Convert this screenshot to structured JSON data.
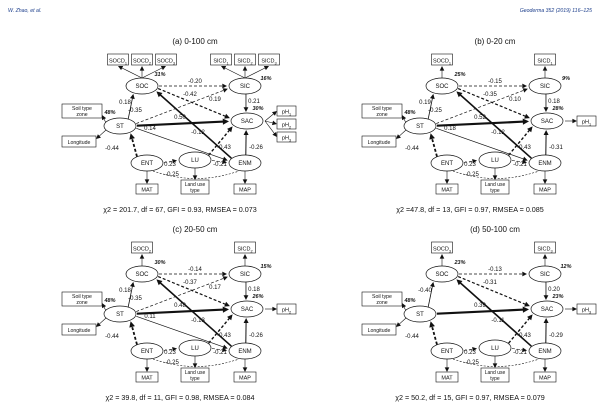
{
  "header": {
    "left": "W. Zhao, et al.",
    "right": "Geoderma 352 (2019) 116–125"
  },
  "nodes": {
    "SOC": "SOC",
    "SIC": "SIC",
    "SAC": "SAC",
    "ST": "ST",
    "ENT": "ENT",
    "LU": "LU",
    "ENM": "ENM",
    "MAT": "MAT",
    "MAP": "MAP",
    "land_use": "Land use type",
    "soil_type": "Soil type zone",
    "longitude": "Longitude"
  },
  "panels": [
    {
      "id": "a",
      "title": "(a) 0-100 cm",
      "fit": "χ2 = 201.7, df = 67, GFI = 0.93, RMSEA = 0.073",
      "socd": [
        "SOCD1",
        "SOCD2",
        "SOCD3"
      ],
      "sicd": [
        "SICD1",
        "SICD2",
        "SICD3"
      ],
      "ph": [
        "pH1",
        "pH2",
        "pH3"
      ],
      "r2": {
        "soc": "31%",
        "sic": "16%",
        "sac": "30%",
        "st": "48%"
      },
      "coef": {
        "st_soc": "0.18",
        "st_soc2": "-0.35",
        "soc_sic": "-0.20",
        "soc_sac": "-0.42",
        "st_sic": "0.19",
        "sic_sac": "0.21",
        "st_sac": "0.50",
        "st_enm": "0.14",
        "enm_soc": "-0.12",
        "ent_st": "-0.44",
        "lu_sac": "-0.43",
        "enm_sac": "-0.26",
        "ent_lu": "0.23",
        "ent_lu2": "-0.25",
        "lu_enm": "-0.21"
      }
    },
    {
      "id": "b",
      "title": "(b) 0-20 cm",
      "fit": "χ2 =47.8, df = 13, GFI = 0.97, RMSEA = 0.085",
      "socd": [
        "SOCD1"
      ],
      "sicd": [
        "SICD1"
      ],
      "ph": [
        "pH1"
      ],
      "r2": {
        "soc": "25%",
        "sic": "9%",
        "sac": "28%",
        "st": "48%"
      },
      "coef": {
        "st_soc": "0.19",
        "st_soc2": "-0.25",
        "soc_sic": "-0.15",
        "soc_sac": "-0.35",
        "st_sic": "0.10",
        "sic_sac": "0.18",
        "st_sac": "0.52",
        "st_enm": "0.18",
        "enm_soc": "-0.12",
        "ent_st": "-0.44",
        "lu_sac": "-0.43",
        "enm_sac": "-0.31",
        "ent_lu": "0.23",
        "ent_lu2": "-0.25",
        "lu_enm": "-0.21"
      }
    },
    {
      "id": "c",
      "title": "(c) 20-50 cm",
      "fit": "χ2 = 39.8, df = 11, GFI = 0.98, RMSEA = 0.084",
      "socd": [
        "SOCD2"
      ],
      "sicd": [
        "SICD2"
      ],
      "ph": [
        "pH2"
      ],
      "r2": {
        "soc": "30%",
        "sic": "15%",
        "sac": "26%",
        "st": "48%"
      },
      "coef": {
        "st_soc": "0.18",
        "st_soc2": "-0.35",
        "soc_sic": "-0.14",
        "soc_sac": "-0.37",
        "st_sic": "0.17",
        "sic_sac": "0.18",
        "st_sac": "0.48",
        "st_enm": "0.11",
        "enm_soc": "-0.13",
        "ent_st": "-0.44",
        "lu_sac": "-0.43",
        "enm_sac": "-0.26",
        "ent_lu": "0.23",
        "ent_lu2": "-0.25",
        "lu_enm": "-0.21"
      }
    },
    {
      "id": "d",
      "title": "(d) 50-100 cm",
      "fit": "χ2 = 50.2, df = 15, GFI = 0.97, RMSEA = 0.079",
      "socd": [
        "SOCD3"
      ],
      "sicd": [
        "SICD3"
      ],
      "ph": [
        "pH3"
      ],
      "r2": {
        "soc": "23%",
        "sic": "12%",
        "sac": "23%",
        "st": "48%"
      },
      "coef": {
        "st_soc": "-0.40",
        "st_soc2": "",
        "soc_sic": "-0.13",
        "soc_sac": "-0.31",
        "st_sic": "",
        "sic_sac": "0.20",
        "st_sac": "0.39",
        "st_enm": "",
        "enm_soc": "-0.11",
        "ent_st": "-0.44",
        "lu_sac": "-0.43",
        "enm_sac": "-0.29",
        "ent_lu": "0.23",
        "ent_lu2": "-0.25",
        "lu_enm": "-0.21"
      }
    }
  ]
}
